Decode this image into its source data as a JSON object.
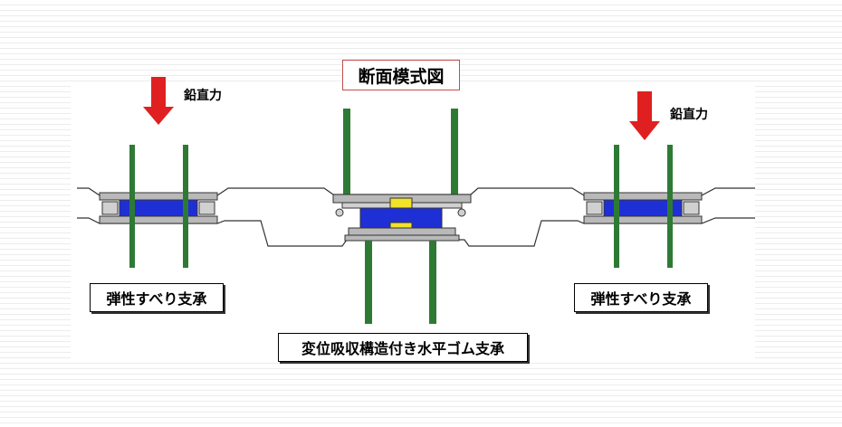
{
  "title": "断面模式図",
  "force_label_left": "鉛直力",
  "force_label_right": "鉛直力",
  "bearing_left_label": "弾性すべり支承",
  "bearing_right_label": "弾性すべり支承",
  "bearing_center_label": "変位吸収構造付き水平ゴム支承",
  "colors": {
    "pier_green": "#2e7a35",
    "rubber_blue": "#1f2fd6",
    "arrow_red": "#e02020",
    "stopper_yellow": "#f2e22a",
    "plate_gray": "#b9b9b9",
    "title_border": "#c0504d"
  }
}
